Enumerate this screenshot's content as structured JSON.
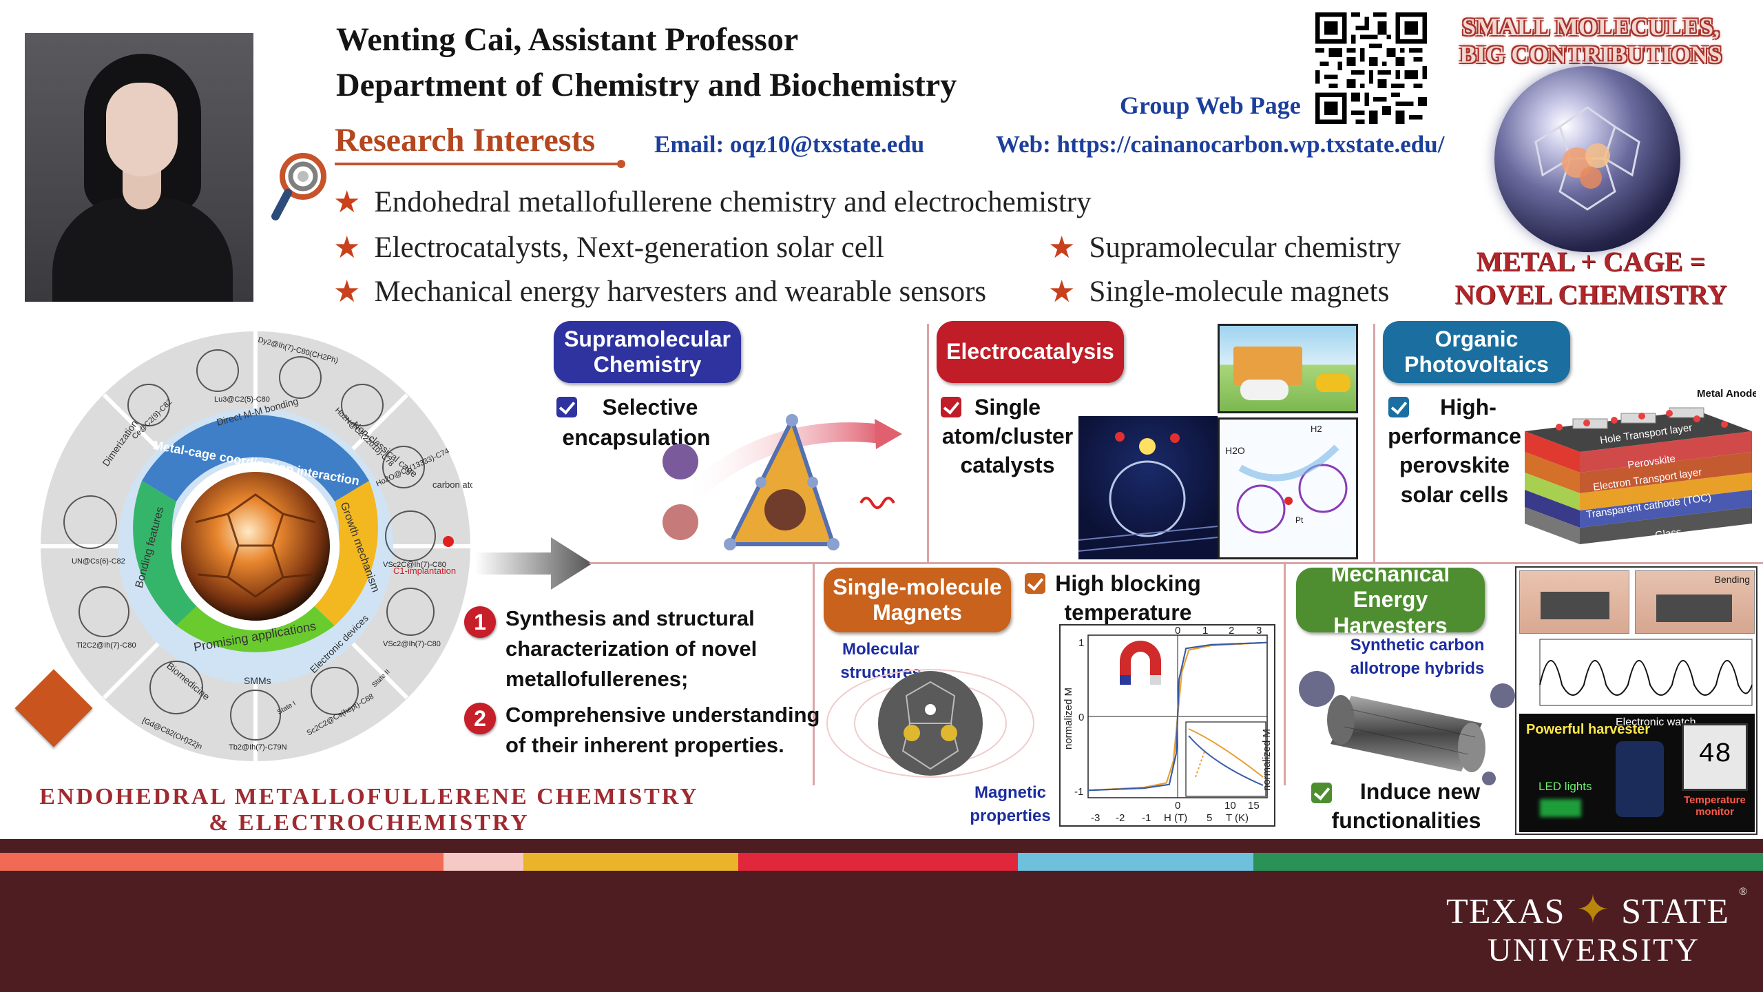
{
  "header": {
    "name_line": "Wenting Cai, Assistant Professor",
    "department": "Department of Chemistry and Biochemistry",
    "group_web_page": "Group Web Page",
    "research_interests_title": "Research Interests",
    "email": "Email: oqz10@txstate.edu",
    "web": "Web: https://cainanocarbon.wp.txstate.edu/"
  },
  "interests": [
    "Endohedral metallofullerene chemistry and electrochemistry",
    "Electrocatalysts, Next-generation solar cell",
    "Mechanical energy harvesters and wearable sensors",
    "Supramolecular chemistry",
    "Single-molecule magnets"
  ],
  "slogan": {
    "line1": "SMALL MOLECULES,",
    "line2": "BIG CONTRIBUTIONS",
    "line3": "METAL + CAGE =",
    "line4": "NOVEL CHEMISTRY"
  },
  "wheel": {
    "inner": [
      "Metal-cage coordination interaction",
      "Growth mechanism",
      "Promising applications",
      "Bonding features"
    ],
    "outer": [
      "Dimerization",
      "Direct M-M bonding",
      "Non-classical cage",
      "Biomedicine",
      "SMMs",
      "Electronic devices",
      "carbon atom",
      "C1-implantation"
    ],
    "molecules": [
      "Ce@C2(9)-C82",
      "Lu3@C2(5)-C80",
      "Dy2@Ih(7)-C80(CH2Ph)",
      "Ho2N@C2(22010)-C78",
      "Ho2O@C1(13333)-C74",
      "UN@Cs(6)-C82",
      "VSc2C@Ih(7)-C80",
      "Ti2C2@Ih(7)-C80",
      "VSc2@Ih(7)-C80",
      "[Gd@C82(OH)22]n",
      "Tb2@Ih(7)-C79N",
      "Sc2C2@Cs(hept)-C88",
      "State I",
      "State II"
    ]
  },
  "endo_title": {
    "line1": "ENDOHEDRAL METALLOFULLERENE CHEMISTRY",
    "line2": "& ELECTROCHEMISTRY"
  },
  "goals": [
    {
      "num": "1",
      "text_l1": "Synthesis and structural",
      "text_l2": "characterization of novel",
      "text_l3": "metallofullerenes;"
    },
    {
      "num": "2",
      "text_l1": "Comprehensive understanding",
      "text_l2": "of their inherent properties."
    }
  ],
  "sections": {
    "supramolecular": {
      "label_l1": "Supramolecular",
      "label_l2": "Chemistry",
      "item_l1": "Selective",
      "item_l2": "encapsulation"
    },
    "electrocatalysis": {
      "label": "Electrocatalysis",
      "item_l1": "Single",
      "item_l2": "atom/cluster",
      "item_l3": "catalysts",
      "annot_h2o": "H2O",
      "annot_h2": "H2",
      "annot_pt": "Pt"
    },
    "opv": {
      "label_l1": "Organic",
      "label_l2": "Photovoltaics",
      "item_l1": "High-",
      "item_l2": "performance",
      "item_l3": "perovskite",
      "item_l4": "solar cells",
      "layers": [
        "Metal Anode",
        "Hole Transport layer",
        "Perovskite",
        "Electron Transport layer",
        "Transparent cathode (TOC)",
        "Glass"
      ]
    },
    "smm": {
      "label_l1": "Single-molecule",
      "label_l2": "Magnets",
      "item_l1": "High blocking",
      "item_l2": "temperature",
      "note_l1": "Molecular",
      "note_l2": "structures",
      "note3_l1": "Magnetic",
      "note3_l2": "properties"
    },
    "meh": {
      "label_l1": "Mechanical Energy",
      "label_l2": "Harvesters",
      "note_l1": "Synthetic carbon",
      "note_l2": "allotrope hybrids",
      "item_l1": "Induce new",
      "item_l2": "functionalities",
      "panel_labels": [
        "Bending",
        "Powerful harvester",
        "Electronic watch",
        "LED lights",
        "Temperature monitor",
        "48"
      ]
    }
  },
  "hysteresis_chart": {
    "chart_data": {
      "type": "line",
      "x_ticks_main": [
        "-3",
        "-2",
        "-1",
        "0",
        "1",
        "2",
        "3"
      ],
      "x_ticks_top": [
        "0",
        "1",
        "2",
        "3"
      ],
      "y_ticks": [
        "1",
        "0",
        "-1"
      ],
      "xlabel": "H (T)",
      "ylabel": "normalized M",
      "inset_xlabel": "T (K)",
      "inset_ylabel": "normalized M",
      "inset_x_ticks": [
        "5",
        "10",
        "15"
      ],
      "xlim": [
        -3.2,
        3.2
      ],
      "ylim": [
        -1.1,
        1.1
      ],
      "series": [
        {
          "x": [
            -3.2,
            -1.2,
            -0.4,
            -0.15,
            0,
            0.15,
            0.4,
            1.2,
            3.2
          ],
          "y": [
            -1.0,
            -0.96,
            -0.9,
            -0.6,
            0,
            0.6,
            0.9,
            0.96,
            1.0
          ],
          "color": "#e8a030"
        },
        {
          "x": [
            -3.2,
            -1.2,
            -0.3,
            -0.05,
            0,
            0.05,
            0.3,
            1.2,
            3.2
          ],
          "y": [
            -1.0,
            -0.97,
            -0.92,
            -0.5,
            0,
            0.5,
            0.92,
            0.97,
            1.0
          ],
          "color": "#3a5ba8"
        }
      ]
    }
  },
  "footer": {
    "logo_l1_left": "TEXAS",
    "logo_l1_right": "STATE",
    "logo_l2": "UNIVERSITY",
    "reg": "®",
    "stripes": [
      "#f06a55",
      "#f6c9c6",
      "#e9b42a",
      "#e0273c",
      "#6fc0dc",
      "#2b9257"
    ]
  }
}
